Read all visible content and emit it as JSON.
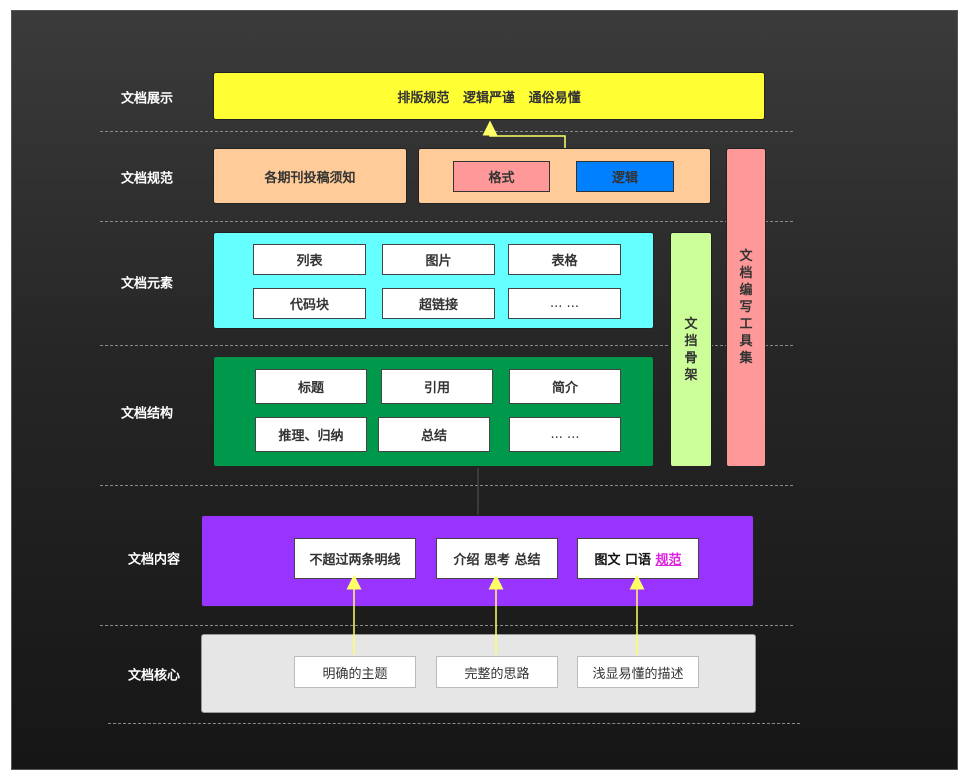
{
  "rows": {
    "display": "文档展示",
    "spec": "文档规范",
    "elements": "文档元素",
    "structure": "文档结构",
    "content": "文档内容",
    "core": "文档核心"
  },
  "display_bar": "排版规范   逻辑严谨   通俗易懂",
  "spec_row": {
    "journal": "各期刊投稿须知",
    "format": "格式",
    "logic": "逻辑"
  },
  "elements": {
    "items": [
      "列表",
      "图片",
      "表格",
      "代码块",
      "超链接",
      "... ..."
    ]
  },
  "structure": {
    "items": [
      "标题",
      "引用",
      "简介",
      "推理、归纳",
      "总结",
      "... ..."
    ]
  },
  "skeleton": [
    "文",
    "挡",
    "骨",
    "架"
  ],
  "toolset": [
    "文",
    "档",
    "编",
    "写",
    "工",
    "具",
    "集"
  ],
  "content": {
    "item1": "不超过两条明线",
    "item2": "介绍 思考 总结",
    "item3_prefix": "图文 口语 ",
    "item3_link": "规范"
  },
  "core": {
    "items": [
      "明确的主题",
      "完整的思路",
      "浅显易懂的描述"
    ]
  },
  "colors": {
    "yellow": "#ffff33",
    "peach": "#ffcc99",
    "pink": "#ff9999",
    "blue": "#0080ff",
    "cyan": "#66ffff",
    "green": "#00994c",
    "lightgreen": "#ccff99",
    "salmon": "#ff9999",
    "purple": "#9933ff",
    "gray": "#e6e6e6",
    "arrow": "#ffff66"
  }
}
